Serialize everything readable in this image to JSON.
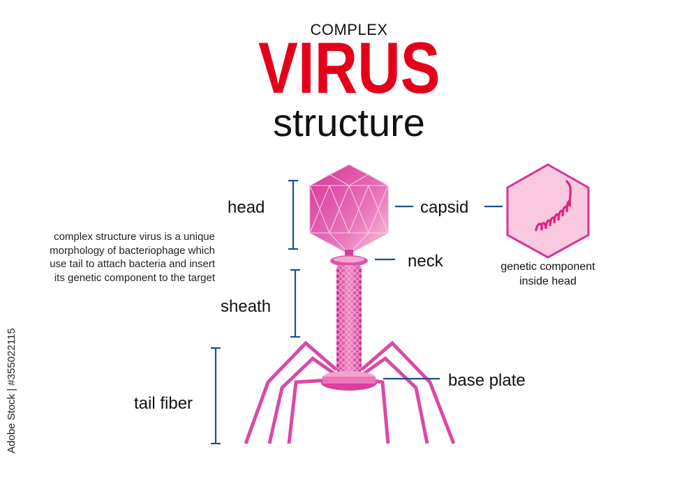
{
  "title": {
    "line1": "COMPLEX",
    "line2": "VIRUS",
    "line3": "structure"
  },
  "description": [
    "complex structure virus is a unique",
    "morphology of bacteriophage which",
    "use tail to attach bacteria and insert",
    "its genetic component to the target"
  ],
  "labels": {
    "head": "head",
    "capsid": "capsid",
    "neck": "neck",
    "sheath": "sheath",
    "base_plate": "base plate",
    "tail_fiber": "tail fiber"
  },
  "inset": {
    "caption_line1": "genetic component",
    "caption_line2": "inside head"
  },
  "watermark": "Adobe Stock | #355022115",
  "colors": {
    "title_red": "#e5001a",
    "bracket_blue": "#1f4e8c",
    "virus_pink": "#e0369a",
    "virus_light": "#f7c3dc"
  }
}
